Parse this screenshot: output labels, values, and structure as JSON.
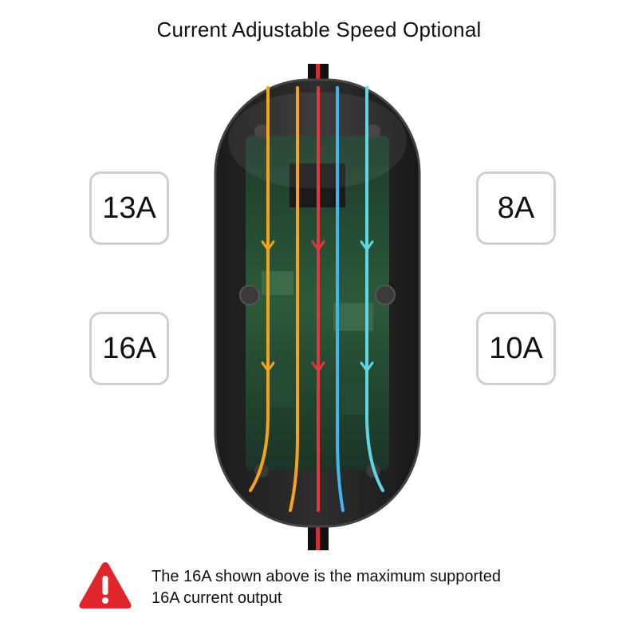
{
  "title": "Current Adjustable Speed Optional",
  "options": {
    "top_left": "13A",
    "bottom_left": "16A",
    "top_right": "8A",
    "bottom_right": "10A"
  },
  "notice": {
    "line1": "The 16A shown above is the maximum supported",
    "line2": "16A current output",
    "icon": "warning-triangle-icon"
  },
  "colors": {
    "warning": "#e0262a",
    "wire_orange": "#f7a21b",
    "wire_red": "#e8343c",
    "wire_blue": "#3fb6f0",
    "wire_cyan": "#5fd6e6"
  }
}
